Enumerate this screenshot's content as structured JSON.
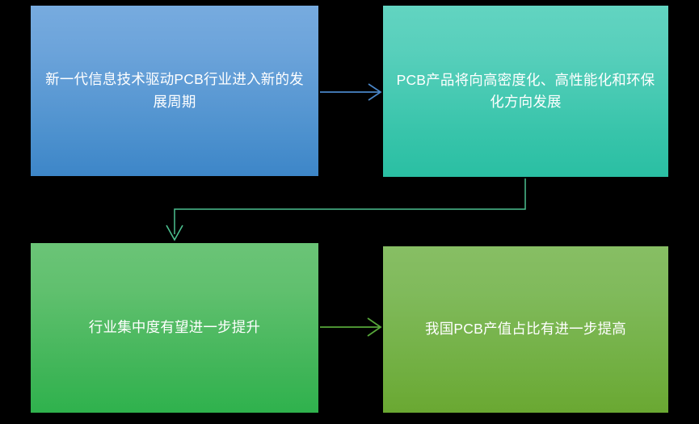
{
  "diagram": {
    "type": "flow-diagram",
    "background_color": "#000000",
    "nodes": [
      {
        "id": "node-1",
        "label": "新一代信息技术驱动PCB行业进入新的发展周期",
        "text_color": "#ffffff",
        "fill_top": "#77abdf",
        "fill_bottom": "#3d86c8"
      },
      {
        "id": "node-2",
        "label": "PCB产品将向高密度化、高性能化和环保化方向发展",
        "text_color": "#ffffff",
        "fill_top": "#62d4c1",
        "fill_bottom": "#2abfa3"
      },
      {
        "id": "node-3",
        "label": "行业集中度有望进一步提升",
        "text_color": "#ffffff",
        "fill_top": "#6bc477",
        "fill_bottom": "#2fb24d"
      },
      {
        "id": "node-4",
        "label": "我国PCB产值占比有进一步提高",
        "text_color": "#ffffff",
        "fill_top": "#87be64",
        "fill_bottom": "#6aa832"
      }
    ],
    "connectors": [
      {
        "id": "connector-1-to-2",
        "from": "node-1",
        "to": "node-2",
        "shape": "straight-horizontal",
        "color": "#4a86c8"
      },
      {
        "id": "connector-2-to-3",
        "from": "node-2",
        "to": "node-3",
        "shape": "elbow-down-left-down",
        "color": "#4cc08f"
      },
      {
        "id": "connector-3-to-4",
        "from": "node-3",
        "to": "node-4",
        "shape": "straight-horizontal",
        "color": "#57a73a"
      }
    ]
  }
}
